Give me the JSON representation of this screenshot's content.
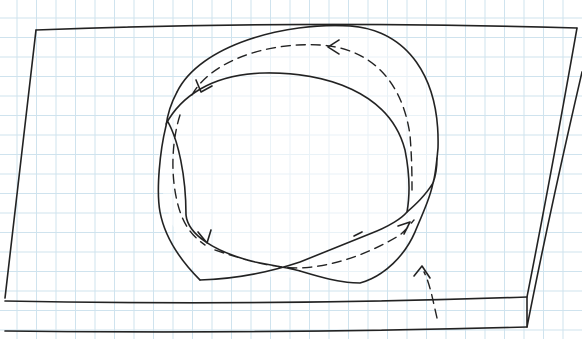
{
  "drawing": {
    "board": "board-outline",
    "band": "mobius-strip",
    "path": "dashed-traversal-path",
    "arrows": [
      "arrow-top",
      "arrow-upper-left",
      "arrow-lower-left",
      "arrow-right",
      "arrow-bottom-right"
    ],
    "ink_color": "#222222",
    "grid_color": "#cfe3ee"
  }
}
